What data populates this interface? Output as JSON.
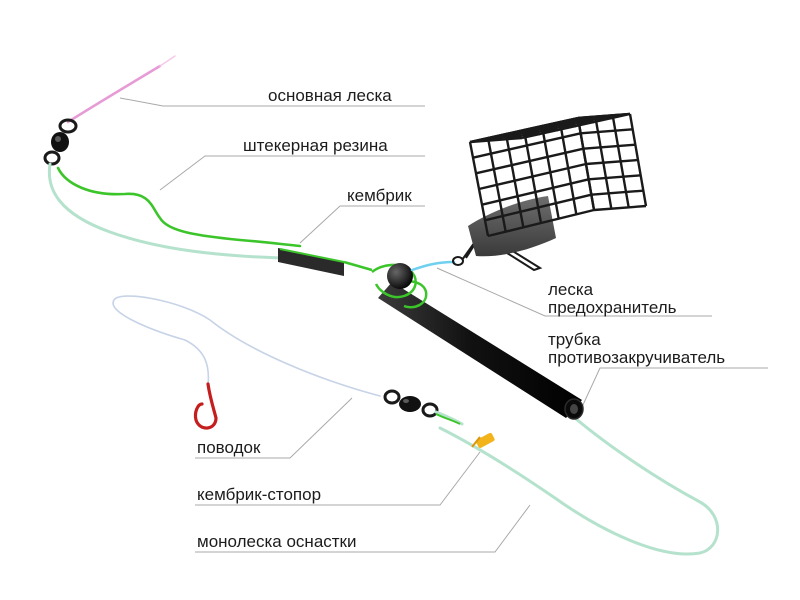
{
  "labels": {
    "main_line": "основная леска",
    "shock_rubber": "штекерная резина",
    "cambric": "кембрик",
    "safety_line_1": "леска",
    "safety_line_2": "предохранитель",
    "tube_1": "трубка",
    "tube_2": "противозакручиватель",
    "leader": "поводок",
    "stopper": "кембрик-стопор",
    "mono_rig": "монолеска оснастки"
  },
  "colors": {
    "main_line": "#e79bd6",
    "shock_rubber": "#3cc52a",
    "mono_line": "#b5e2cd",
    "leader_line": "#c7d3e6",
    "safety_line": "#6fd0f0",
    "tube": "#161616",
    "feeder": "#1a1a1a",
    "sinker": "#505050",
    "hook": "#c41e1e",
    "stopper_bead": "#f3b31a",
    "leader_lines": "#a9a9a9"
  }
}
